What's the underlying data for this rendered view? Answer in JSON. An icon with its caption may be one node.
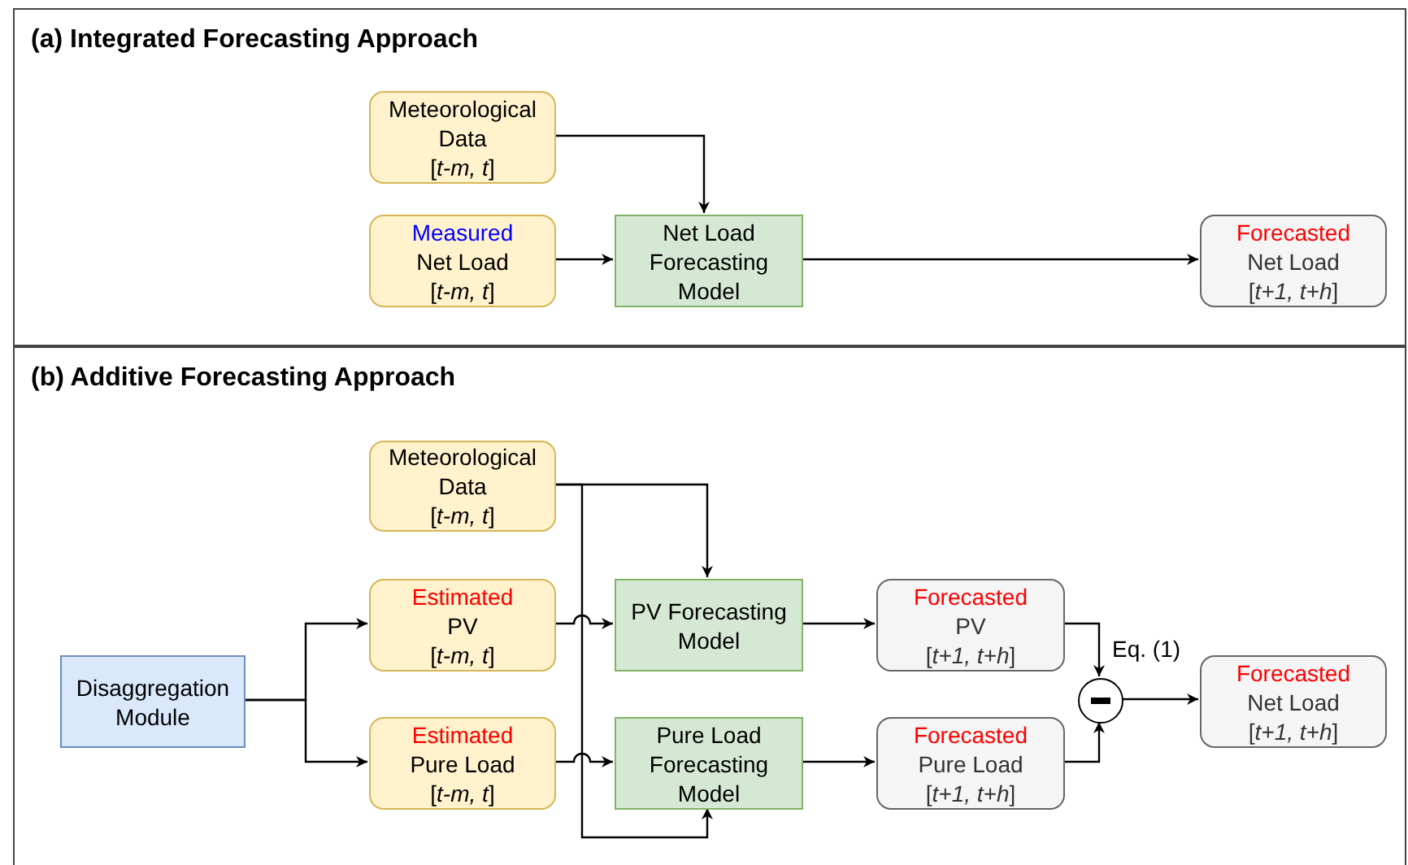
{
  "diagram": {
    "nodes": [
      {
        "text": [
          "(a) Integrated Forecasting Approach"
        ]
      },
      {
        "text": [
          "Meteorological Data",
          "[*t-m, t*]"
        ],
        "in": 0
      },
      {
        "text": [
          "Measured",
          "Net Load",
          "[*t-m, t*]"
        ],
        "in": 0
      },
      {
        "text": [
          "Net Load Forecasting Model"
        ],
        "in": 0
      },
      {
        "text": [
          "Forecasted",
          "Net Load",
          "[*t+1, t+h*]"
        ],
        "in": 0
      },
      {
        "text": [
          "(b) Additive Forecasting Approach"
        ]
      },
      {
        "text": [
          "Meteorological Data",
          "[*t-m, t*]"
        ],
        "in": 5
      },
      {
        "text": [
          "Disaggregation Module"
        ],
        "in": 5
      },
      {
        "text": [
          "Estimated",
          "PV",
          "[*t-m, t*]"
        ],
        "in": 5
      },
      {
        "text": [
          "PV Forecasting Model"
        ],
        "in": 5
      },
      {
        "text": [
          "Forecasted",
          "PV",
          "[*t+1, t+h*]"
        ],
        "in": 5
      },
      {
        "text": [
          "Estimated",
          "Pure Load",
          "[*t-m, t*]"
        ],
        "in": 5
      },
      {
        "text": [
          "Pure Load Forecasting Model"
        ],
        "in": 5
      },
      {
        "text": [
          "Forecasted",
          "Pure Load",
          "[*t+1, t+h*]"
        ],
        "in": 5
      },
      {
        "text": [],
        "shape": "circle",
        "in": 5
      },
      {
        "text": [
          "Forecasted",
          "Net Load",
          "[*t+1, t+h*]"
        ],
        "in": 5
      }
    ],
    "edges": [
      {
        "from": 1,
        "to": 3,
        "arrow": "to"
      },
      {
        "from": 2,
        "to": 3,
        "arrow": "to"
      },
      {
        "from": 3,
        "to": 4,
        "arrow": "to"
      },
      {
        "from": 6,
        "to": 9,
        "arrow": "to"
      },
      {
        "from": 6,
        "to": 12,
        "arrow": "to"
      },
      {
        "from": 7,
        "to": 8,
        "arrow": "to"
      },
      {
        "from": 7,
        "to": 11,
        "arrow": "to"
      },
      {
        "from": 8,
        "to": 9,
        "arrow": "to"
      },
      {
        "from": 11,
        "to": 12,
        "arrow": "to"
      },
      {
        "from": 9,
        "to": 10,
        "arrow": "to"
      },
      {
        "from": 12,
        "to": 13,
        "arrow": "to"
      },
      {
        "from": 10,
        "to": 14,
        "arrow": "to",
        "label": "Eq. (1)"
      },
      {
        "from": 13,
        "to": 14,
        "arrow": "to"
      },
      {
        "from": 14,
        "to": 15,
        "arrow": "to"
      }
    ]
  }
}
